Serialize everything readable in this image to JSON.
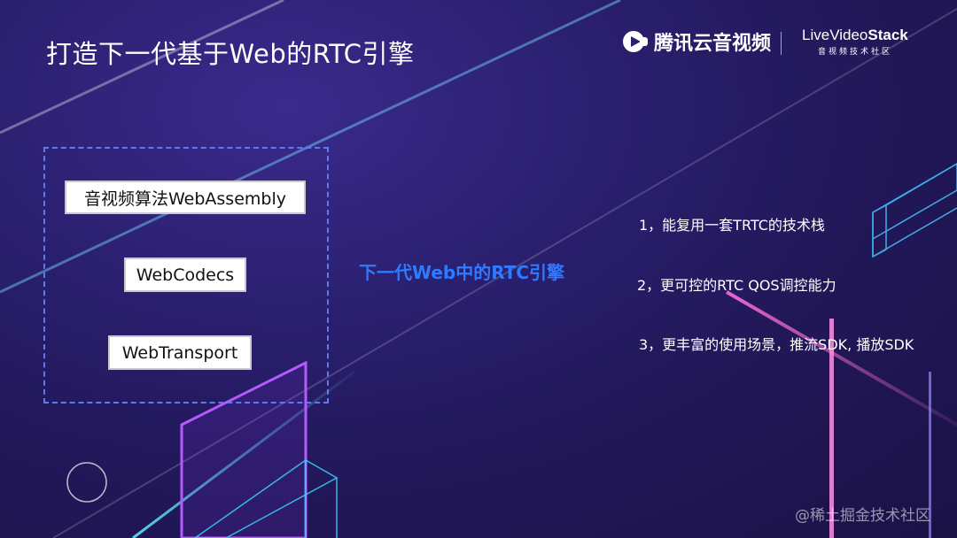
{
  "slide": {
    "title": "打造下一代基于Web的RTC引擎",
    "logos": {
      "tencent_name": "腾讯云音视频",
      "lvs_main_prefix": "Live",
      "lvs_main_mid": "Video",
      "lvs_main_bold": "Stack",
      "lvs_sub": "音视频技术社区"
    },
    "diagram": {
      "items": [
        {
          "label": "音视频算法WebAssembly"
        },
        {
          "label": "WebCodecs"
        },
        {
          "label": "WebTransport"
        }
      ],
      "center_label": "下一代Web中的RTC引擎"
    },
    "points": [
      "1，能复用一套TRTC的技术栈",
      "2，更可控的RTC QOS调控能力",
      "3，更丰富的使用场景，推流SDK, 播放SDK"
    ],
    "watermark": "@稀土掘金技术社区"
  },
  "colors": {
    "background": "#22185a",
    "dashed_border": "#5b7cf0",
    "center_label": "#2e7bff",
    "text": "#ffffff"
  }
}
